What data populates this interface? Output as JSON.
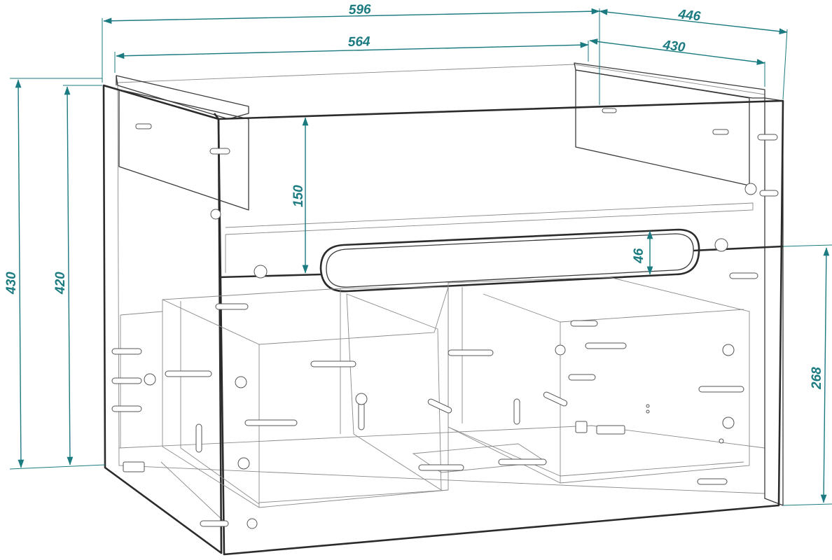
{
  "dimensions": {
    "total_width": "596",
    "inner_width": "564",
    "total_depth": "446",
    "inner_depth": "430",
    "total_height": "430",
    "side_height": "420",
    "top_rail_height": "150",
    "handle_height": "46",
    "drawer_height": "268"
  },
  "colors": {
    "dimension": "#1b7b80",
    "outline": "#2b2b2b",
    "hidden_line": "#8a8a8a"
  }
}
